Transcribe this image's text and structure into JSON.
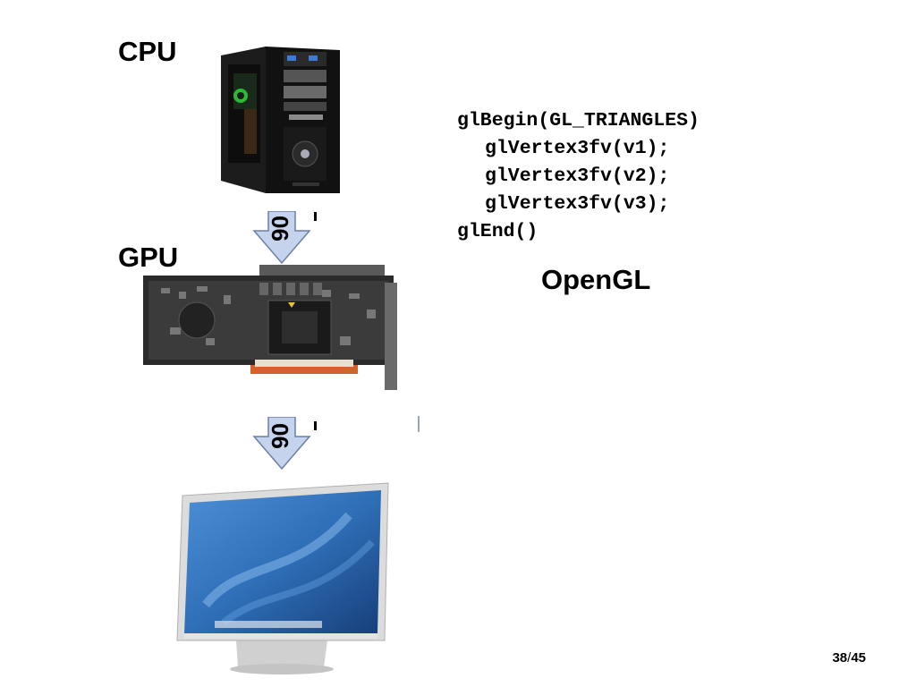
{
  "labels": {
    "cpu": "CPU",
    "gpu": "GPU",
    "api": "OpenGL"
  },
  "code": {
    "lines": [
      "glBegin(GL_TRIANGLES)",
      "glVertex3fv(v1);",
      "glVertex3fv(v2);",
      "glVertex3fv(v3);",
      "glEnd()"
    ]
  },
  "arrows": {
    "rotated_label": "06"
  },
  "page": {
    "current": "38",
    "separator": "/",
    "total": "45"
  },
  "colors": {
    "arrow_fill": "#c6d3ec",
    "arrow_stroke": "#6b7fa6",
    "screen_blue": "#2f6fb8"
  },
  "icons": {
    "pc_tower": "pc-tower-image",
    "gpu_card": "graphics-card-image",
    "monitor": "monitor-image"
  }
}
